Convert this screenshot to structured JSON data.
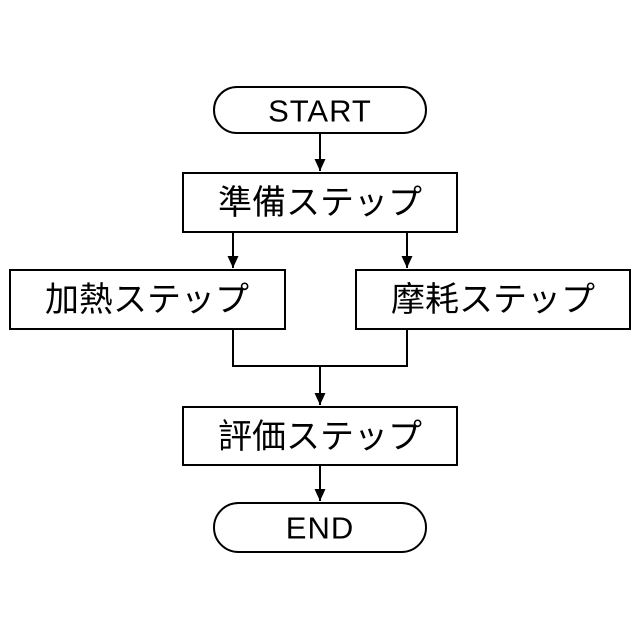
{
  "diagram": {
    "type": "flowchart",
    "background_color": "#ffffff",
    "stroke_color": "#000000",
    "node_fill_color": "#ffffff",
    "text_color": "#000000",
    "nodes": {
      "start": {
        "label": "START",
        "shape": "terminal"
      },
      "prepare": {
        "label": "準備ステップ",
        "shape": "process"
      },
      "heat": {
        "label": "加熱ステップ",
        "shape": "process"
      },
      "wear": {
        "label": "摩耗ステップ",
        "shape": "process"
      },
      "evaluate": {
        "label": "評価ステップ",
        "shape": "process"
      },
      "end": {
        "label": "END",
        "shape": "terminal"
      }
    },
    "edges": [
      {
        "from": "start",
        "to": "prepare"
      },
      {
        "from": "prepare",
        "to": "heat"
      },
      {
        "from": "prepare",
        "to": "wear"
      },
      {
        "from": "heat",
        "to": "evaluate"
      },
      {
        "from": "wear",
        "to": "evaluate"
      },
      {
        "from": "evaluate",
        "to": "end"
      }
    ]
  }
}
